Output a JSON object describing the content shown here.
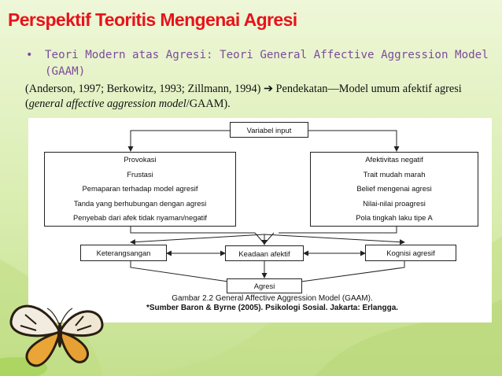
{
  "slide": {
    "title": "Perspektif Teoritis Mengenai Agresi",
    "bullet_symbol": "•",
    "bullet_text": "Teori Modern atas Agresi: Teori General Affective Aggression Model (GAAM)",
    "citation_pre": "(Anderson, 1997; Berkowitz, 1993; Zillmann, 1994) ",
    "citation_arrow": "➔",
    "citation_mid": " Pendekatan—Model umum afektif agresi (",
    "citation_italic": "general affective aggression model",
    "citation_post": "/GAAM)."
  },
  "diagram": {
    "input_box": "Variabel input",
    "left_box": [
      "Provokasi",
      "Frustasi",
      "Pemaparan terhadap model agresif",
      "Tanda yang berhubungan dengan agresi",
      "Penyebab dari afek tidak nyaman/negatif"
    ],
    "right_box": [
      "Afektivitas negatif",
      "Trait mudah marah",
      "Belief mengenai agresi",
      "Nilai-nilai proagresi",
      "Pola tingkah laku tipe A"
    ],
    "arousal_box": "Keterangsangan",
    "affect_box": "Keadaan afektif",
    "cognition_box": "Kognisi agresif",
    "output_box": "Agresi",
    "caption_line1": "Gambar 2.2 General Affective Aggression Model (GAAM).",
    "caption_line2": "*Sumber Baron & Byrne (2005). Psikologi Sosial. Jakarta: Erlangga."
  },
  "colors": {
    "title": "#e8131b",
    "bullet": "#7d4b9b",
    "background": "#d9edb0"
  }
}
